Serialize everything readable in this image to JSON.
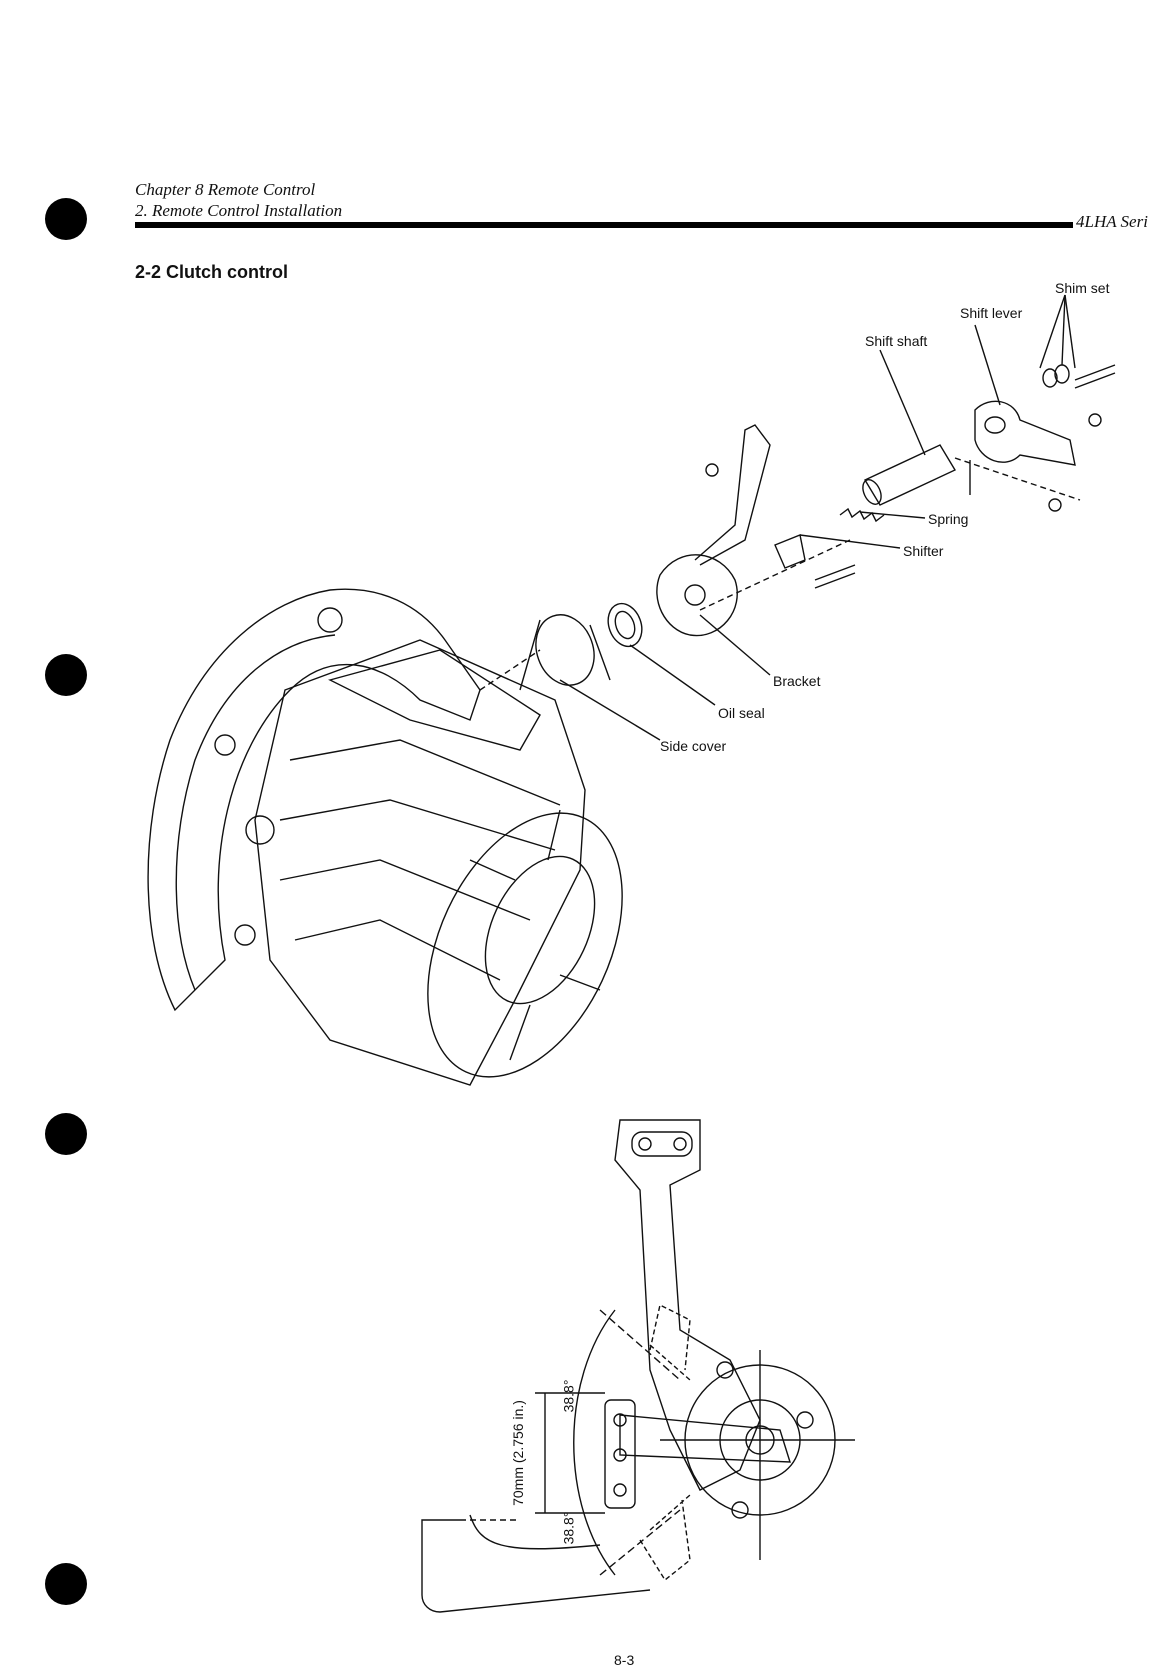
{
  "header": {
    "chapter": "Chapter 8 Remote Control",
    "section": "2. Remote Control Installation",
    "series": "4LHA Seri"
  },
  "section_title": "2-2 Clutch control",
  "labels": {
    "shim_set": "Shim set",
    "shift_lever": "Shift lever",
    "shift_shaft": "Shift shaft",
    "spring": "Spring",
    "shifter": "Shifter",
    "bracket": "Bracket",
    "oil_seal": "Oil seal",
    "side_cover": "Side cover"
  },
  "dimensions": {
    "distance": "70mm (2.756 in.)",
    "angle_upper": "38.8°",
    "angle_lower": "38.8°"
  },
  "page_number": "8-3"
}
